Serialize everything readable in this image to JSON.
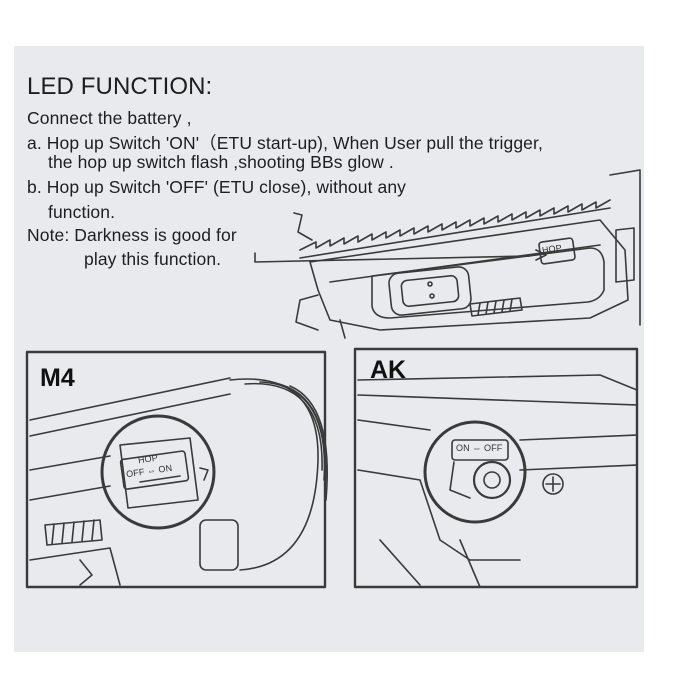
{
  "doc": {
    "title": "LED FUNCTION:",
    "lines": [
      "Connect the battery ,",
      "a. Hop up Switch 'ON'（ETU start-up),  When User pull the trigger,",
      "the hop up switch flash ,shooting BBs glow .",
      "b. Hop up Switch 'OFF' (ETU close), without any",
      "function.",
      "Note: Darkness is good for",
      "play this function."
    ]
  },
  "illustrations": {
    "top_switch_label": "HOP",
    "m4": {
      "label": "M4",
      "switch_top": "HOP",
      "switch_bottom": "OFF ⇔ ON"
    },
    "ak": {
      "label": "AK",
      "switch_text": "ON ⇔ OFF"
    }
  }
}
